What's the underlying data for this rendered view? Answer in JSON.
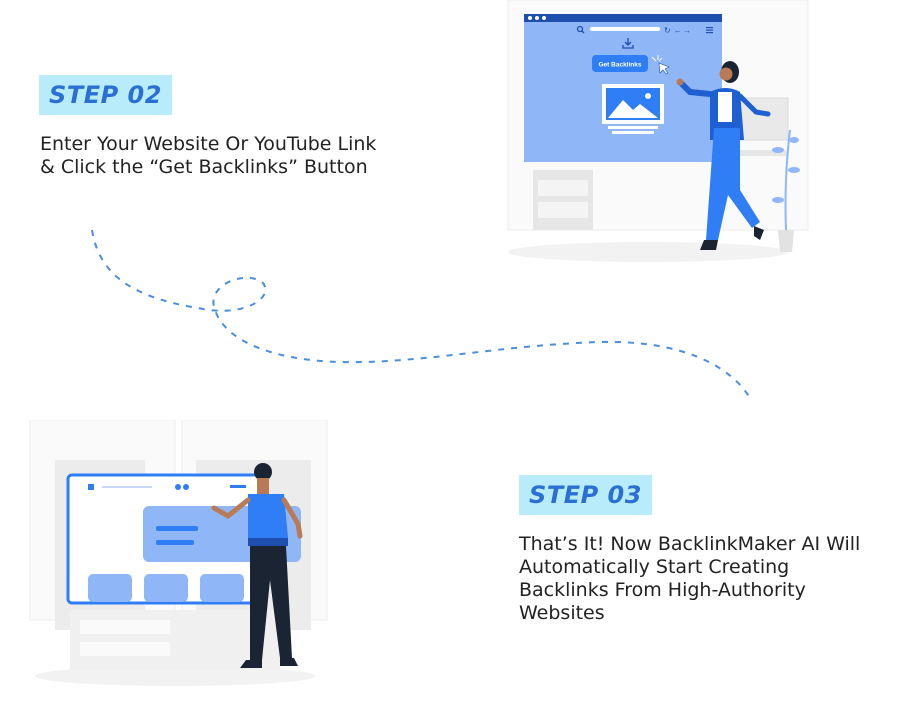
{
  "step2": {
    "badge": "STEP 02",
    "line1": "Enter Your Website Or YouTube Link",
    "line2": "& Click the “Get Backlinks” Button"
  },
  "step3": {
    "badge": "STEP 03",
    "line1": "That’s It! Now BacklinkMaker AI Will",
    "line2": "Automatically Start Creating",
    "line3": "Backlinks From High-Authority",
    "line4": "Websites"
  },
  "illustration_top": {
    "button_label": "Get Backlinks",
    "icons": [
      "search-icon",
      "refresh-icon",
      "arrow-back-icon",
      "arrow-forward-icon",
      "menu-icon",
      "download-icon",
      "image-icon",
      "cursor-click-icon"
    ]
  },
  "illustration_bottom": {
    "icons": [
      "dots-icon"
    ]
  },
  "colors": {
    "accent": "#2a6fd6",
    "badge_bg": "#b8ecfb",
    "illus_blue": "#2f7ef5",
    "illus_light_blue": "#8fb6f7",
    "dashed_line": "#4a8ee0"
  }
}
